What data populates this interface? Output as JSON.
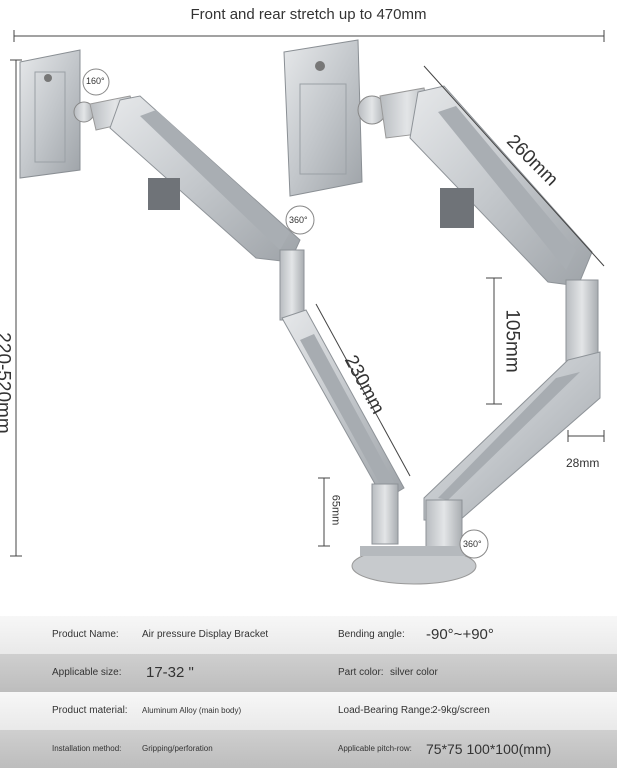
{
  "dimensions": {
    "stretch": "Front and rear stretch up to 470mm",
    "height_range": "220-520mm",
    "upper_arm": "260mm",
    "lower_arm": "230mm",
    "pole_segment": "105mm",
    "base_height": "65mm",
    "pole_width": "28mm",
    "rot_vesa": "160°",
    "rot_joint": "360°",
    "rot_base": "360°"
  },
  "specs": [
    {
      "key": "Product Name:",
      "value": "Air pressure Display Bracket",
      "key2": "Bending angle:",
      "value2": "-90°~+90°"
    },
    {
      "key": "Applicable size:",
      "value": "17-32 \"",
      "key2": "Part color:",
      "value2": "silver color"
    },
    {
      "key": "Product material:",
      "value": "Aluminum Alloy (main body)",
      "key2": "Load-Bearing Range:",
      "value2": "2-9kg/screen"
    },
    {
      "key": "Installation method:",
      "value": "Gripping/perforation",
      "key2": "Applicable pitch-row:",
      "value2": "75*75 100*100(mm)"
    }
  ],
  "colors": {
    "row_light": "#efefef",
    "row_dark": "#c6c6c6",
    "metal": "#c9cdd1"
  }
}
